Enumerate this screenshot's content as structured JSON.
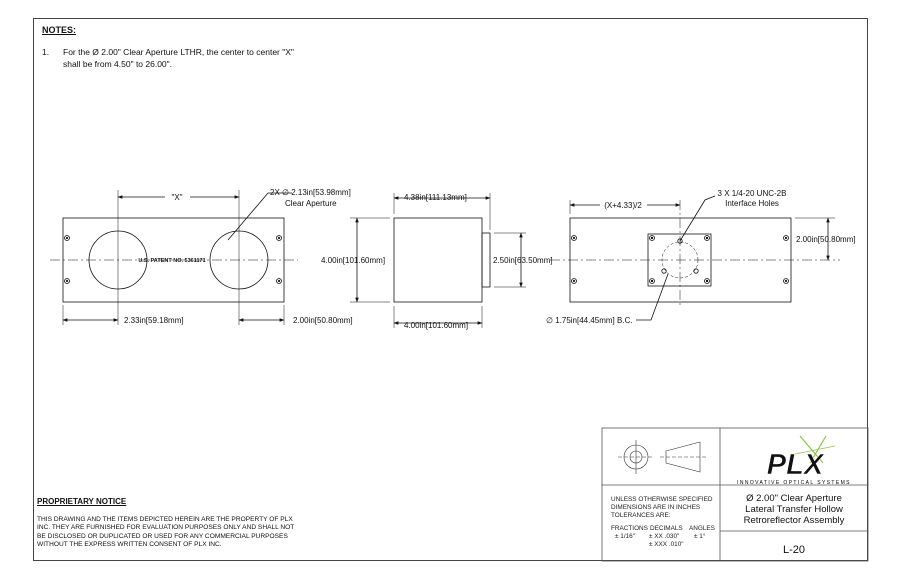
{
  "notes": {
    "title": "NOTES:",
    "items": [
      {
        "num": "1.",
        "line1": "For the Ø 2.00\" Clear Aperture LTHR, the center to center \"X\"",
        "line2": "shall be from 4.50\" to 26.00\"."
      }
    ]
  },
  "front_view": {
    "x_label": "\"X\"",
    "aperture_callout": "2X ∅ 2.13in[53.98mm]",
    "aperture_label": "Clear Aperture",
    "patent": "U.S. PATENT NO. 5361171",
    "dim_left": "2.33in[59.18mm]",
    "dim_right": "2.00in[50.80mm]"
  },
  "side_view": {
    "dim_top": "4.38in[111.13mm]",
    "dim_height": "4.00in[101.60mm]",
    "dim_aperture": "2.50in[63.50mm]",
    "dim_bottom": "4.00in[101.60mm]"
  },
  "rear_view": {
    "dim_offset": "(X+4.33)/2",
    "holes_callout_l1": "3 X 1/4-20 UNC-2B",
    "holes_callout_l2": "Interface Holes",
    "dim_right": "2.00in[50.80mm]",
    "bolt_circle": "∅ 1.75in[44.45mm] B.C."
  },
  "proprietary": {
    "title": "PROPRIETARY NOTICE",
    "body": "THIS DRAWING AND THE ITEMS DEPICTED HEREIN ARE THE PROPERTY OF PLX INC. THEY ARE FURNISHED FOR EVALUATION PURPOSES ONLY AND SHALL NOT BE DISCLOSED OR DUPLICATED OR USED FOR ANY COMMERCIAL PURPOSES WITHOUT THE EXPRESS WRITTEN CONSENT OF PLX INC."
  },
  "title_block": {
    "logo": "PLX",
    "logo_sub": "INNOVATIVE OPTICAL SYSTEMS",
    "tolerance_l1": "UNLESS OTHERWISE SPECIFIED",
    "tolerance_l2": "DIMENSIONS ARE IN INCHES",
    "tolerance_l3": "TOLERANCES ARE:",
    "fractions_h": "FRACTIONS",
    "decimals_h": "DECIMALS",
    "angles_h": "ANGLES",
    "fractions_v": "± 1/16\"",
    "decimals_v1": "± XX  .030\"",
    "decimals_v2": "± XXX .010\"",
    "angles_v": "± 1°",
    "title_l1": "Ø 2.00\" Clear Aperture",
    "title_l2": "Lateral Transfer Hollow",
    "title_l3": "Retroreflector Assembly",
    "drawing_no": "L-20"
  }
}
